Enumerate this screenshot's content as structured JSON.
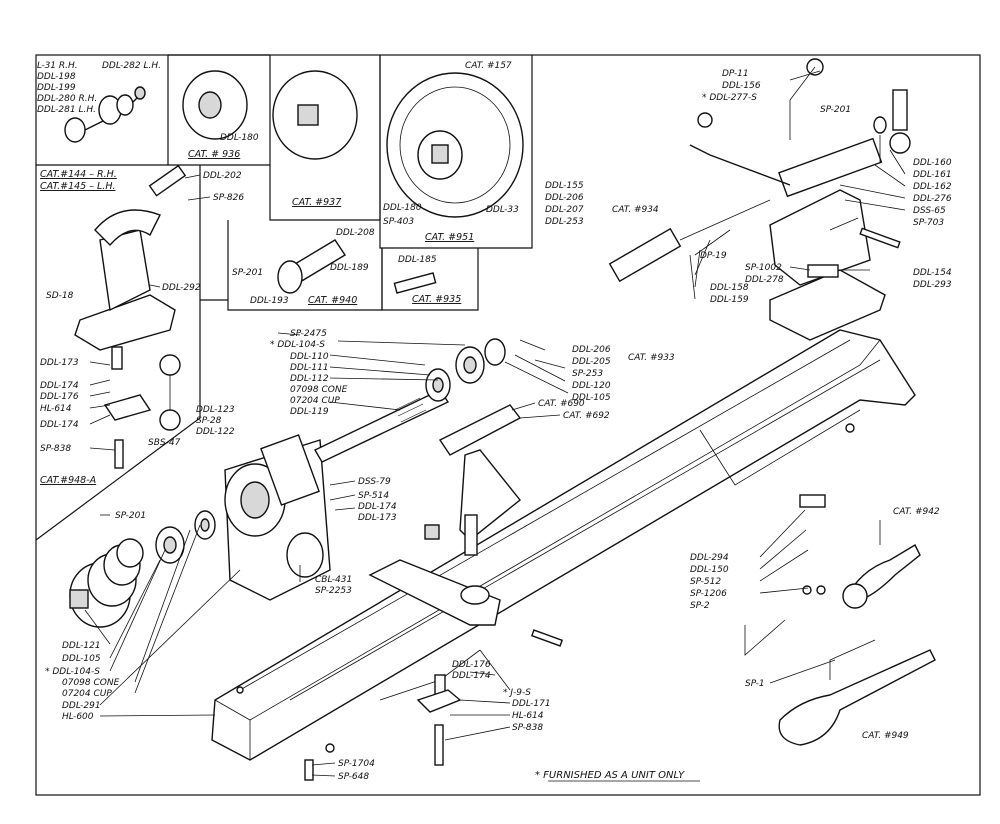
{
  "labels": {
    "L-31 R.H.": "L-31 R.H.",
    "DDL-282 L.H.": "DDL-282 L.H.",
    "DDL-198": "DDL-198",
    "DDL-199": "DDL-199",
    "DDL-280 R.H.": "DDL-280 R.H.",
    "DDL-281 L.H.": "DDL-281 L.H.",
    "CAT.#144 – R.H.": "CAT.#144 – R.H.",
    "CAT.#145 – L.H.": "CAT.#145 – L.H.",
    "DDL-180 a": "DDL-180",
    "CAT. # 936": "CAT. # 936",
    "CAT. #937": "CAT. #937",
    "CAT. #157": "CAT. #157",
    "DDL-180 b": "DDL-180",
    "SP-403": "SP-403",
    "DDL-33": "DDL-33",
    "CAT. #951": "CAT. #951",
    "DDL-202": "DDL-202",
    "SP-826": "SP-826",
    "SD-18": "SD-18",
    "DDL-292": "DDL-292",
    "DDL-173 a": "DDL-173",
    "DDL-174 a": "DDL-174",
    "DDL-176 a": "DDL-176",
    "HL-614 a": "HL-614",
    "DDL-174 b": "DDL-174",
    "SBS-47": "SBS-47",
    "SP-838 a": "SP-838",
    "CAT.#948-A": "CAT.#948-A",
    "DDL-208": "DDL-208",
    "SP-201 a": "SP-201",
    "DDL-189": "DDL-189",
    "DDL-193": "DDL-193",
    "CAT. #940": "CAT. #940",
    "DDL-185": "DDL-185",
    "CAT. #935": "CAT. #935",
    "DDL-155": "DDL-155",
    "DDL-206 a": "DDL-206",
    "DDL-207": "DDL-207",
    "DDL-253": "DDL-253",
    "CAT. #934": "CAT. #934",
    "DP-11": "DP-11",
    "DDL-156": "DDL-156",
    "* DDL-277-S": "* DDL-277-S",
    "SP-201 b": "SP-201",
    "DDL-160": "DDL-160",
    "DDL-161": "DDL-161",
    "DDL-162": "DDL-162",
    "DDL-276": "DDL-276",
    "DSS-65": "DSS-65",
    "SP-703": "SP-703",
    "DP-19": "DP-19",
    "SP-1002": "SP-1002",
    "DDL-278": "DDL-278",
    "DDL-158": "DDL-158",
    "DDL-159": "DDL-159",
    "DDL-154": "DDL-154",
    "DDL-293": "DDL-293",
    "SP-2475": "SP-2475",
    "* DDL-104-S a": "* DDL-104-S",
    "DDL-110": "DDL-110",
    "DDL-111": "DDL-111",
    "DDL-112": "DDL-112",
    "07098 CONE a": "07098 CONE",
    "07204 CUP a": "07204 CUP",
    "DDL-119": "DDL-119",
    "DDL-206 b": "DDL-206",
    "DDL-205": "DDL-205",
    "CAT. #933": "CAT. #933",
    "SP-253": "SP-253",
    "DDL-120": "DDL-120",
    "DDL-105 a": "DDL-105",
    "CAT. #690": "CAT. #690",
    "CAT. #692": "CAT. #692",
    "DDL-123": "DDL-123",
    "SP-28": "SP-28",
    "DDL-122": "DDL-122",
    "DSS-79": "DSS-79",
    "SP-514": "SP-514",
    "DDL-174 c": "DDL-174",
    "DDL-173 b": "DDL-173",
    "SP-201 c": "SP-201",
    "CBL-431": "CBL-431",
    "SP-2253": "SP-2253",
    "DDL-121": "DDL-121",
    "DDL-105 b": "DDL-105",
    "* DDL-104-S b": "* DDL-104-S",
    "07098 CONE b": "07098 CONE",
    "07204 CUP b": "07204 CUP",
    "DDL-291": "DDL-291",
    "HL-600": "HL-600",
    "DDL-294": "DDL-294",
    "DDL-150": "DDL-150",
    "SP-512": "SP-512",
    "SP-1206": "SP-1206",
    "SP-2": "SP-2",
    "CAT. #942": "CAT. #942",
    "SP-1": "SP-1",
    "CAT. #949": "CAT. #949",
    "DDL-176 b": "DDL-176",
    "DDL-174 d": "DDL-174",
    "* J-9-S": "* J-9-S",
    "DDL-171": "DDL-171",
    "HL-614 b": "HL-614",
    "SP-838 b": "SP-838",
    "SP-1704": "SP-1704",
    "SP-648": "SP-648",
    "note": "* FURNISHED AS A UNIT ONLY"
  }
}
